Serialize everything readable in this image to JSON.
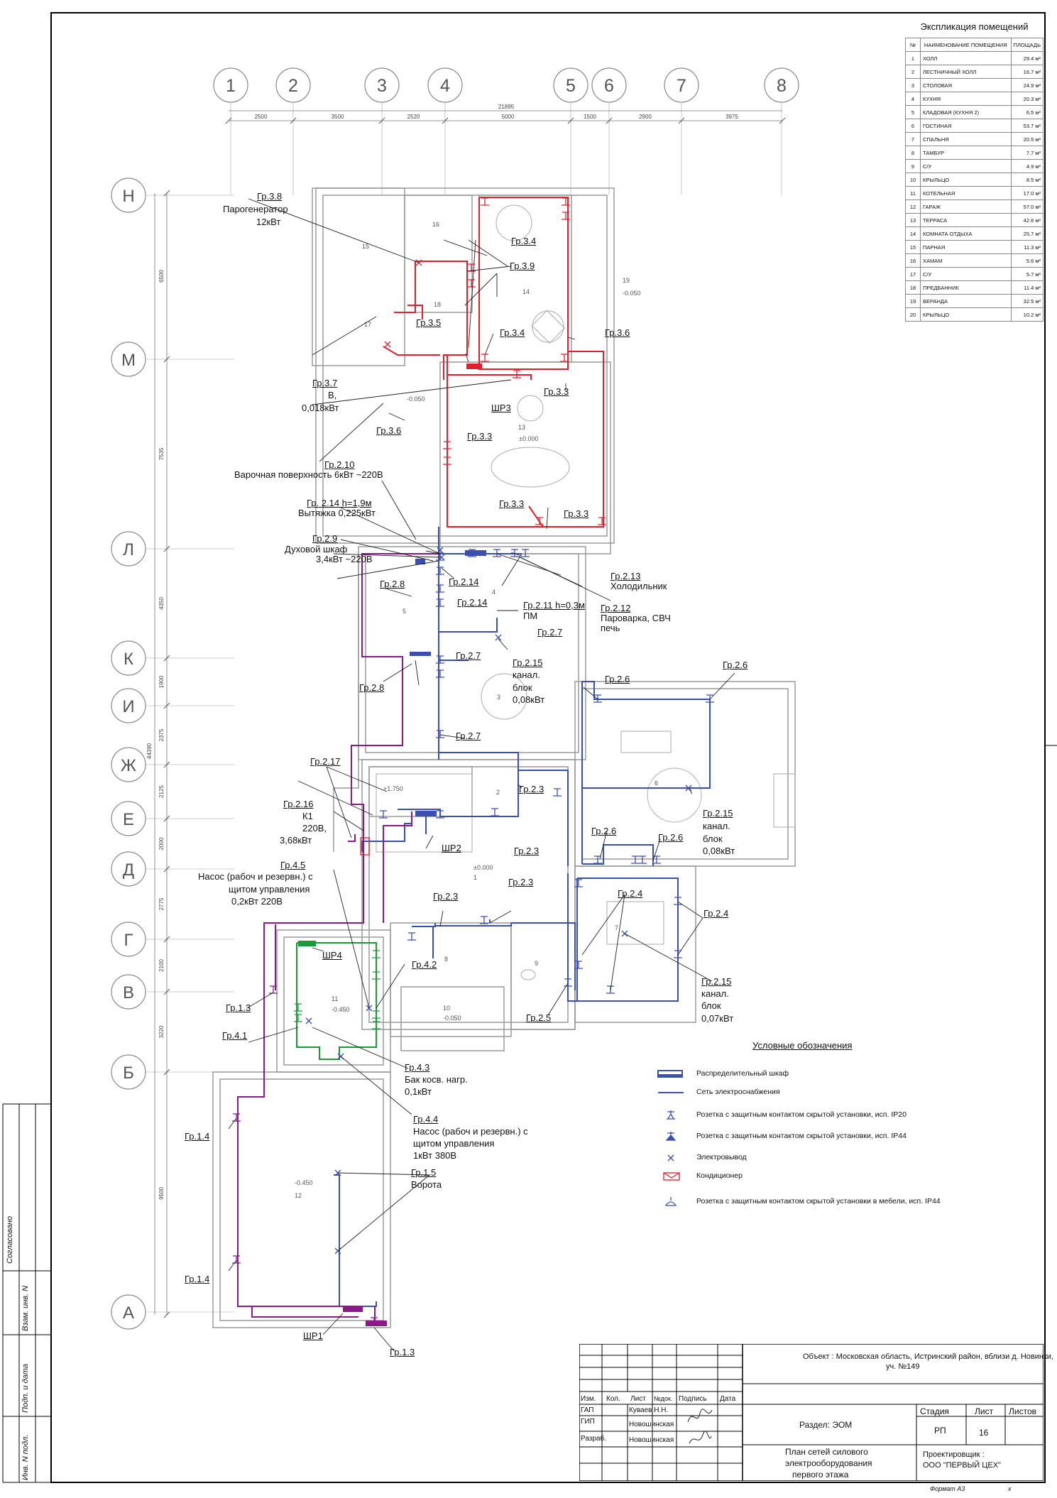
{
  "axes_columns": [
    "1",
    "2",
    "3",
    "4",
    "5",
    "6",
    "7",
    "8"
  ],
  "axes_rows": [
    "Н",
    "М",
    "Л",
    "К",
    "И",
    "Ж",
    "Е",
    "Д",
    "Г",
    "В",
    "Б",
    "А"
  ],
  "dims_top": {
    "total": "21895",
    "parts": [
      "2500",
      "3500",
      "2520",
      "5000",
      "1500",
      "2900",
      "3975"
    ]
  },
  "dims_left": {
    "total": "44390",
    "parts": [
      "6500",
      "7535",
      "4350",
      "1900",
      "2375",
      "2125",
      "2000",
      "2775",
      "2100",
      "3220",
      "9500"
    ]
  },
  "explication": {
    "title": "Экспликация помещений",
    "headers": [
      "№",
      "НАИМЕНОВАНИЕ ПОМЕЩЕНИЯ",
      "ПЛОЩАДЬ"
    ],
    "rows": [
      [
        "1",
        "ХОЛЛ",
        "29.4 м²"
      ],
      [
        "2",
        "ЛЕСТНИЧНЫЙ ХОЛЛ",
        "16.7 м²"
      ],
      [
        "3",
        "СТОЛОВАЯ",
        "24.9 м²"
      ],
      [
        "4",
        "КУХНЯ",
        "20.3 м²"
      ],
      [
        "5",
        "КЛАДОВАЯ (КУХНЯ 2)",
        "6.5 м²"
      ],
      [
        "6",
        "ГОСТИНАЯ",
        "53.7 м²"
      ],
      [
        "7",
        "СПАЛЬНЯ",
        "20.5 м²"
      ],
      [
        "8",
        "ТАМБУР",
        "7.7 м²"
      ],
      [
        "9",
        "С/У",
        "4.9 м²"
      ],
      [
        "10",
        "КРЫЛЬЦО",
        "8.5 м²"
      ],
      [
        "11",
        "КОТЕЛЬНАЯ",
        "17.0 м²"
      ],
      [
        "12",
        "ГАРАЖ",
        "57.0 м²"
      ],
      [
        "13",
        "ТЕРРАСА",
        "42.6 м²"
      ],
      [
        "14",
        "КОМНАТА ОТДЫХА",
        "25.7 м²"
      ],
      [
        "15",
        "ПАРНАЯ",
        "11.3 м²"
      ],
      [
        "16",
        "ХАМАМ",
        "5.6 м²"
      ],
      [
        "17",
        "С/У",
        "5.7 м²"
      ],
      [
        "18",
        "ПРЕДБАННИК",
        "11.4 м²"
      ],
      [
        "19",
        "ВЕРАНДА",
        "32.5 м²"
      ],
      [
        "20",
        "КРЫЛЬЦО",
        "10.2 м²"
      ]
    ]
  },
  "room_numbers": [
    "16",
    "15",
    "14",
    "19",
    "-0.050",
    "18",
    "17",
    "13",
    "±0.000",
    "-0.050",
    "4",
    "5",
    "3",
    "2",
    "6",
    "1",
    "±0.000",
    "8",
    "9",
    "7",
    "10",
    "-0.050",
    "11",
    "-0.450",
    "-0.450",
    "12",
    "+1.750"
  ],
  "labels": {
    "gr38": "Гр.3.8",
    "gr38_desc1": "Парогенератор",
    "gr38_desc2": "12кВт",
    "gr34a": "Гр.3.4",
    "gr39": "Гр.3.9",
    "gr35": "Гр.3.5",
    "gr34b": "Гр.3.4",
    "gr36a": "Гр.3.6",
    "gr37": "Гр.3.7",
    "gr37_d1": "В,",
    "gr37_d2": "0,018кВт",
    "gr33a": "Гр.3.3",
    "shr3": "ШР3",
    "gr36b": "Гр.3.6",
    "gr33b": "Гр.3.3",
    "gr33c": "Гр.3.3",
    "gr33d": "Гр.3.3",
    "gr210": "Гр.2.10",
    "gr210_d": "Варочная поверхность 6кВт ~220В",
    "gr214a": "Гр. 2.14 h=1,9м",
    "gr214a_d": "Вытяжка 0,225кВт",
    "gr29": "Гр.2.9",
    "gr29_d1": "Духовой шкаф",
    "gr29_d2": "3,4кВт ~220В",
    "gr213": "Гр.2.13",
    "gr213_d": "Холодильник",
    "gr28a": "Гр.2.8",
    "gr214b": "Гр.2.14",
    "gr214c": "Гр.2.14",
    "gr211": "Гр.2.11  h=0,3м",
    "gr211_d": "ПМ",
    "gr212": "Гр.2.12",
    "gr212_d1": "Пароварка, СВЧ",
    "gr212_d2": "печь",
    "gr27a": "Гр.2.7",
    "gr27b": "Гр.2.7",
    "gr215a": "Гр.2.15",
    "gr215a_d1": "канал.",
    "gr215a_d2": "блок",
    "gr215a_d3": "0,08кВт",
    "gr28b": "Гр.2.8",
    "gr27c": "Гр.2.7",
    "gr26a": "Гр.2.6",
    "gr26b": "Гр.2.6",
    "gr217": "Гр.2.17",
    "gr23a": "Гр.2.3",
    "gr216": "Гр.2.16",
    "gr216_d1": "К1",
    "gr216_d2": "220В,",
    "gr216_d3": "3,68кВт",
    "shr2": "ШР2",
    "gr23b": "Гр.2.3",
    "gr215b": "Гр.2.15",
    "gr215b_d1": "канал.",
    "gr215b_d2": "блок",
    "gr215b_d3": "0,08кВт",
    "gr26c": "Гр.2.6",
    "gr26d": "Гр.2.6",
    "gr45": "Гр.4.5",
    "gr45_d1": "Насос (рабоч и резервн.) с",
    "gr45_d2": "щитом управления",
    "gr45_d3": "0,2кВт 220В",
    "gr23c": "Гр.2.3",
    "gr23d": "Гр.2.3",
    "gr24a": "Гр.2.4",
    "gr24b": "Гр.2.4",
    "shr4": "ШР4",
    "gr42": "Гр.4.2",
    "gr13a": "Гр.1.3",
    "gr41": "Гр.4.1",
    "gr215c": "Гр.2.15",
    "gr215c_d1": "канал.",
    "gr215c_d2": "блок",
    "gr215c_d3": "0,07кВт",
    "gr25": "Гр.2.5",
    "gr43": "Гр.4.3",
    "gr43_d1": "Бак косв. нагр.",
    "gr43_d2": "0,1кВт",
    "gr44": "Гр.4.4",
    "gr44_d1": "Насос (рабоч и резервн.) с",
    "gr44_d2": "щитом управления",
    "gr44_d3": "1кВт 380В",
    "gr14a": "Гр.1.4",
    "gr15": "Гр.1.5",
    "gr15_d": "Ворота",
    "gr14b": "Гр.1.4",
    "shr1": "ШР1",
    "gr13b": "Гр.1.3"
  },
  "legend": {
    "title": "Условные обозначения",
    "items": [
      "Распределительный шкаф",
      "Сеть электроснабжения",
      "Розетка с защитным контактом скрытой установки, исп. IP20",
      "Розетка с защитным контактом скрытой установки, исп. IP44",
      "Электровывод",
      "Кондиционер",
      "Розетка с защитным контактом скрытой установки в мебели, исп. IP44"
    ]
  },
  "stamp": {
    "object": "Объект : Московская область, Истринский район, вблизи д. Новинки,",
    "object2": "уч. №149",
    "cols": [
      "Изм.",
      "Кол.",
      "Лист",
      "№док.",
      "Подпись",
      "Дата"
    ],
    "gap": "ГАП",
    "gap_name": "Куваев Н.Н.",
    "gip": "ГИП",
    "gip_name": "Новошинская",
    "razrab": "Разраб.",
    "razrab_name": "Новошинская",
    "razdel": "Раздел: ЭОМ",
    "stadia_h": "Стадия",
    "list_h": "Лист",
    "listov_h": "Листов",
    "stadia": "РП",
    "list": "16",
    "title1": "План сетей силового",
    "title2": "электрооборудования",
    "title3": "первого этажа",
    "designer1": "Проектировщик :",
    "designer2": "ООО \"ПЕРВЫЙ ЦЕХ\"",
    "format": "Формат А3",
    "x": "х"
  },
  "side": {
    "soglas": "Согласовано",
    "vzam": "Взам. инв. N",
    "podp": "Подп. и дата",
    "inv": "Инв. N подл."
  },
  "colors": {
    "red": "#e0202e",
    "blue": "#3a4fb0",
    "purple": "#8a1a8a",
    "green": "#1a9a3a",
    "wall": "#999999"
  }
}
